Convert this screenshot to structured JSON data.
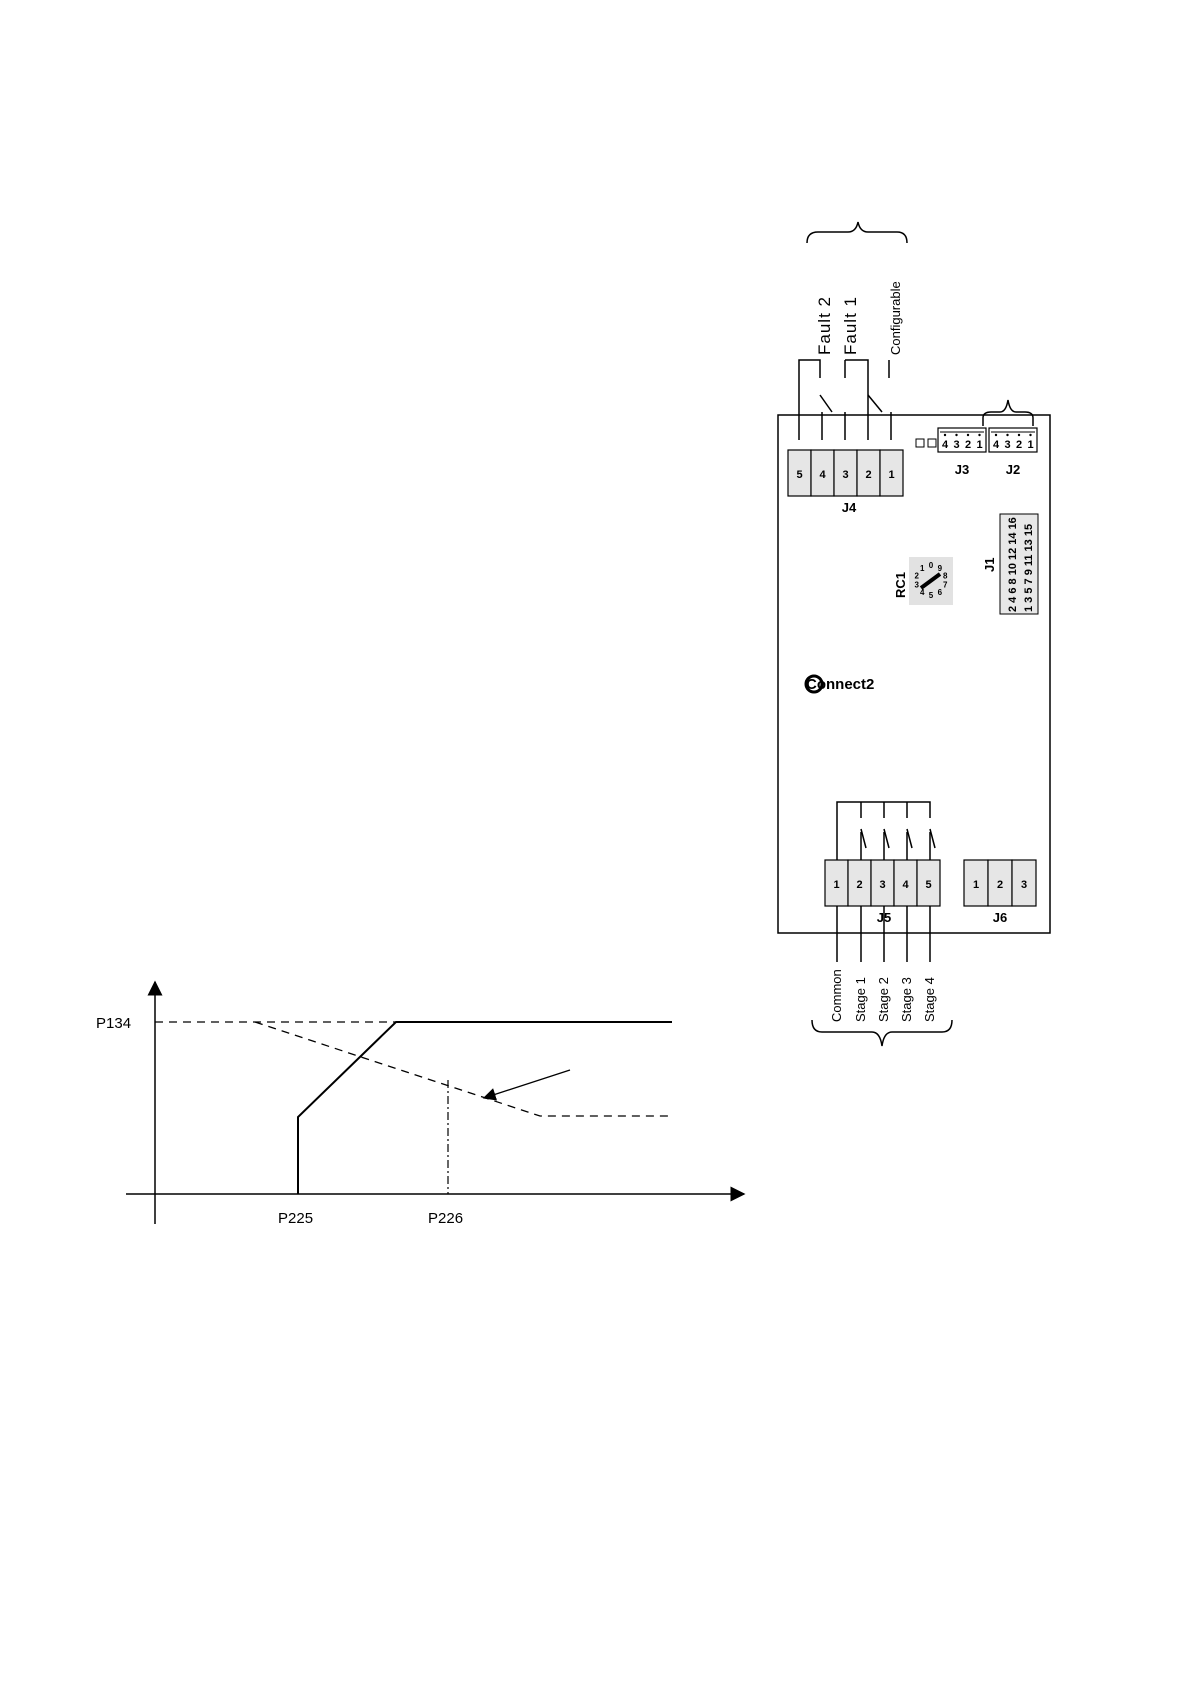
{
  "wiring": {
    "top_labels": [
      "Fault 2",
      "Fault 1",
      "Configurable"
    ],
    "bottom_labels": [
      "Common",
      "Stage 1",
      "Stage 2",
      "Stage 3",
      "Stage 4"
    ],
    "j4": {
      "name": "J4",
      "pins": [
        "5",
        "4",
        "3",
        "2",
        "1"
      ]
    },
    "j3": {
      "name": "J3",
      "pins": [
        "4",
        "3",
        "2",
        "1"
      ]
    },
    "j2": {
      "name": "J2",
      "pins": [
        "4",
        "3",
        "2",
        "1"
      ]
    },
    "j5": {
      "name": "J5",
      "pins": [
        "1",
        "2",
        "3",
        "4",
        "5"
      ]
    },
    "j6": {
      "name": "J6",
      "pins": [
        "1",
        "2",
        "3"
      ]
    },
    "j1": {
      "name": "J1",
      "row_even": "2 4 6 8 10 12 14 16",
      "row_odd": "1 3 5 7 9 11 13 15"
    },
    "rc1": {
      "name": "RC1",
      "digits": [
        "0",
        "1",
        "2",
        "3",
        "4",
        "5",
        "6",
        "7",
        "8",
        "9"
      ]
    },
    "logo": "Connect2"
  },
  "graph": {
    "y_label": "P134",
    "x_labels": [
      "P225",
      "P226"
    ]
  }
}
